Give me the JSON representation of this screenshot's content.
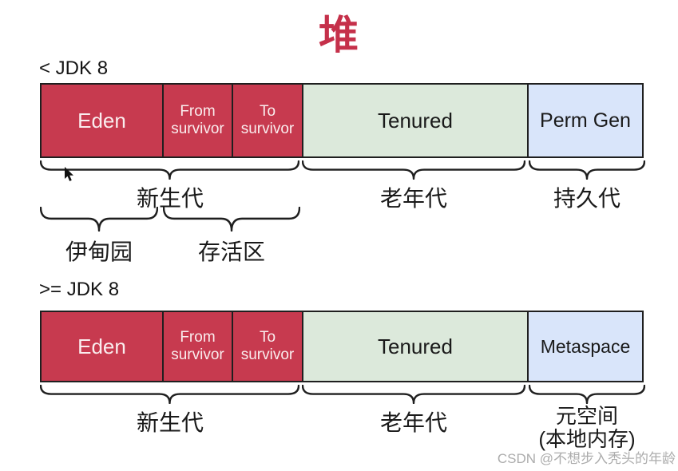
{
  "page_title": "堆",
  "watermark": "CSDN @不想步入秃头的年龄",
  "colors": {
    "title_red": "#C5304A",
    "young_gen_red": "#C73A4F",
    "tenured_green": "#DCE9DB",
    "perm_metaspace_blue": "#D9E5FA",
    "border_black": "#1F1F1F",
    "watermark_gray": "#ACACAC"
  },
  "diagrams": [
    {
      "jdk_label": "< JDK 8",
      "segments": [
        {
          "name": "eden",
          "label": "Eden"
        },
        {
          "name": "from-survivor",
          "label": "From survivor"
        },
        {
          "name": "to-survivor",
          "label": "To survivor"
        },
        {
          "name": "tenured",
          "label": "Tenured"
        },
        {
          "name": "perm-gen",
          "label": "Perm Gen"
        }
      ],
      "generation_labels": [
        {
          "label": "新生代"
        },
        {
          "label": "老年代"
        },
        {
          "label": "持久代"
        }
      ],
      "sub_labels": [
        {
          "label": "伊甸园"
        },
        {
          "label": "存活区"
        }
      ]
    },
    {
      "jdk_label": ">= JDK 8",
      "segments": [
        {
          "name": "eden",
          "label": "Eden"
        },
        {
          "name": "from-survivor",
          "label": "From survivor"
        },
        {
          "name": "to-survivor",
          "label": "To survivor"
        },
        {
          "name": "tenured",
          "label": "Tenured"
        },
        {
          "name": "metaspace",
          "label": "Metaspace"
        }
      ],
      "generation_labels": [
        {
          "label": "新生代"
        },
        {
          "label": "老年代"
        },
        {
          "label": "元空间",
          "label_line2": "(本地内存)"
        }
      ]
    }
  ]
}
